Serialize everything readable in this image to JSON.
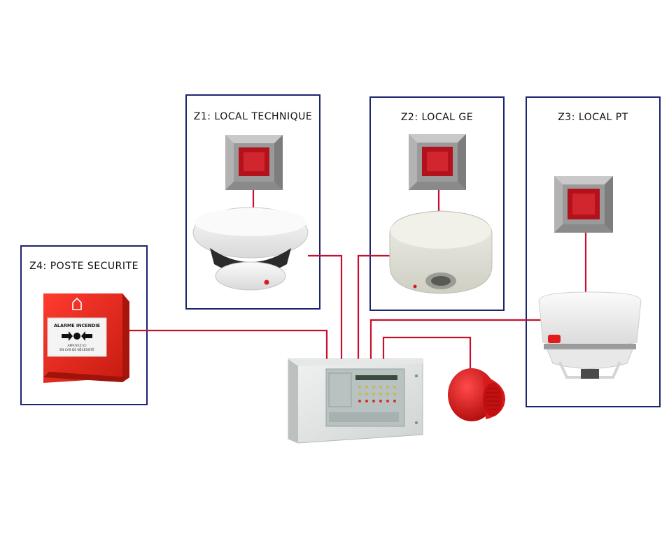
{
  "zones": {
    "z1": {
      "title": "Z1: LOCAL TECHNIQUE"
    },
    "z2": {
      "title": "Z2: LOCAL GE"
    },
    "z3": {
      "title": "Z3: LOCAL PT"
    },
    "z4": {
      "title": "Z4: POSTE  SECURITE"
    }
  },
  "call_point": {
    "label_top": "ALARME INCENDIE",
    "label_bottom_1": "APPUYEZ ICI",
    "label_bottom_2": "EN CAS DE NÉCESSITÉ"
  },
  "colors": {
    "wire": "#c8102e",
    "zone_border": "#1c2470",
    "indicator_red": "#b3121c"
  }
}
